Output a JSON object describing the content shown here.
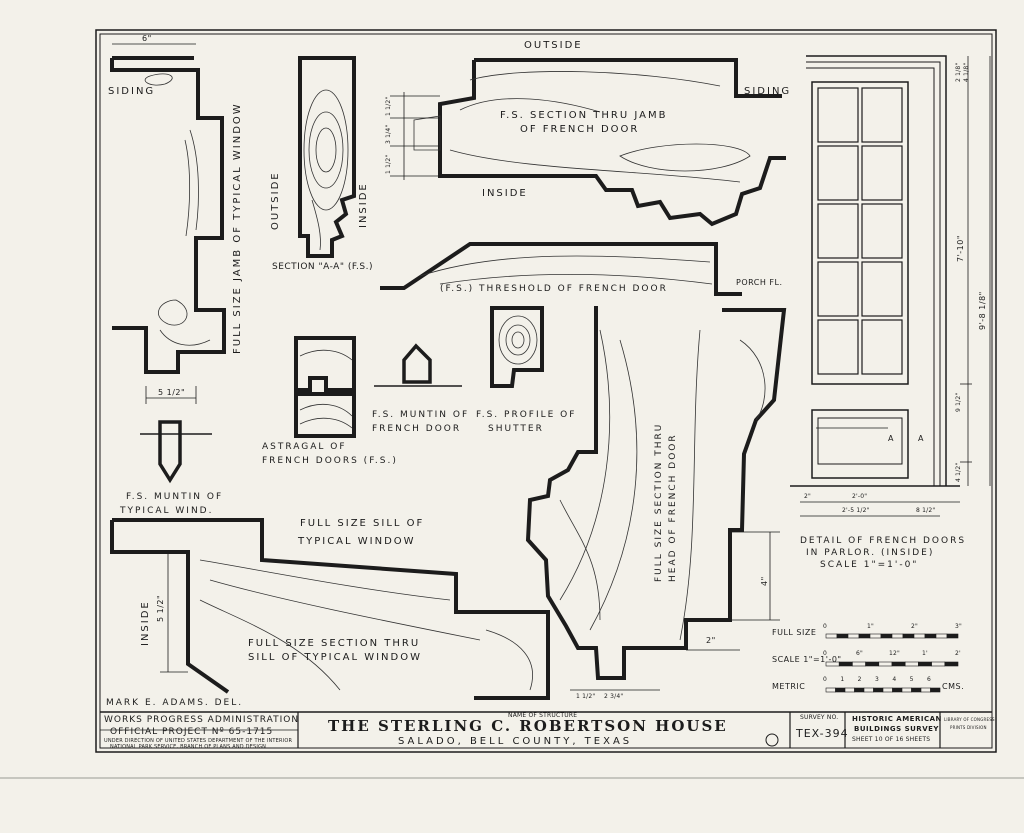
{
  "title_block": {
    "delineator": "MARK E. ADAMS. DEL.",
    "agency": "WORKS PROGRESS ADMINISTRATION",
    "project": "OFFICIAL PROJECT Nº 65-1715",
    "direction_1": "UNDER DIRECTION OF UNITED STATES DEPARTMENT OF THE INTERIOR",
    "direction_2": "NATIONAL PARK SERVICE, BRANCH OF PLANS AND DESIGN",
    "name_caption": "NAME OF STRUCTURE",
    "structure_name": "THE STERLING C. ROBERTSON HOUSE",
    "location": "SALADO, BELL COUNTY, TEXAS",
    "survey_caption": "SURVEY NO.",
    "survey_no": "TEX-394",
    "habs_1": "HISTORIC AMERICAN",
    "habs_2": "BUILDINGS SURVEY",
    "sheet": "SHEET 10 OF 16 SHEETS",
    "library_1": "LIBRARY OF CONGRESS",
    "library_2": "PRINTS DIVISION"
  },
  "labels": {
    "outside_top": "OUTSIDE",
    "siding_left": "SIDING",
    "siding_right": "SIDING",
    "jamb_window": "FULL SIZE JAMB OF TYPICAL WINDOW",
    "outside_vertical": "OUTSIDE",
    "inside_vertical": "INSIDE",
    "section_aa": "SECTION \"A-A\" (F.S.)",
    "jamb_door_1": "F.S. SECTION THRU JAMB",
    "jamb_door_2": "OF FRENCH DOOR",
    "inside_door": "INSIDE",
    "threshold": "(F.S.) THRESHOLD OF FRENCH DOOR",
    "porch": "PORCH FL.",
    "astragal_1": "ASTRAGAL OF",
    "astragal_2": "FRENCH DOORS (F.S.)",
    "muntin_door_1": "F.S. MUNTIN OF",
    "muntin_door_2": "FRENCH DOOR",
    "profile_1": "F.S. PROFILE OF",
    "profile_2": "SHUTTER",
    "muntin_win_1": "F.S. MUNTIN OF",
    "muntin_win_2": "TYPICAL WIND.",
    "sill_label_1": "FULL SIZE SILL OF",
    "sill_label_2": "TYPICAL WINDOW",
    "inside_sill": "INSIDE",
    "sill_section_1": "FULL SIZE SECTION THRU",
    "sill_section_2": "SILL OF TYPICAL WINDOW",
    "head_section_1": "FULL SIZE SECTION THRU",
    "head_section_2": "HEAD OF FRENCH DOOR",
    "detail_1": "DETAIL OF FRENCH DOORS",
    "detail_2": "IN PARLOR. (INSIDE)",
    "detail_3": "SCALE 1\"=1'-0\"",
    "section_mark": "A"
  },
  "dimensions": {
    "d_6": "6\"",
    "d_5_half": "5 1/2\"",
    "d_1_half_a": "1 1/2\"",
    "d_3_quarter": "3 1/4\"",
    "d_1_half_b": "1 1/2\"",
    "d_5_half_sill": "5 1/2\"",
    "d_4": "4\"",
    "d_2": "2\"",
    "d_1_half_c": "1 1/2\"",
    "d_2_3_4": "2 3/4\"",
    "d_7_10": "7'-10\"",
    "d_9_8": "9'-8 1/8\"",
    "d_9_half": "9 1/2\"",
    "d_4_half": "4 1/2\"",
    "d_2_0": "2'-0\"",
    "d_2_5_half": "2'-5 1/2\"",
    "d_8_half": "8 1/2\"",
    "d_2a": "2\"",
    "d_2_top": "2 1/8\"",
    "d_4_top": "4 1/8\""
  },
  "scales": {
    "full_size": "FULL SIZE",
    "full_ticks": [
      "0",
      "1\"",
      "2\"",
      "3\""
    ],
    "scale_caption": "SCALE 1\"=1'-0\"",
    "scale_ticks": [
      "0",
      "6\"",
      "12\"",
      "1'",
      "2'"
    ],
    "metric": "METRIC",
    "metric_ticks": [
      "0",
      "1",
      "2",
      "3",
      "4",
      "5",
      "6"
    ],
    "metric_unit": "CMS."
  }
}
